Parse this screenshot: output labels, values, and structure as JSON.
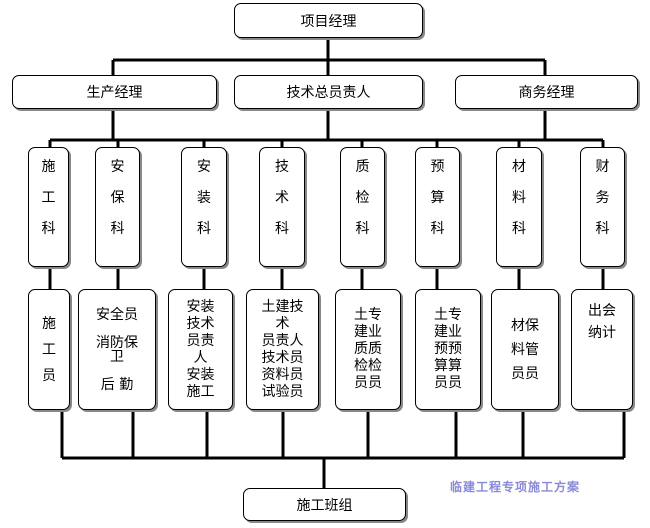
{
  "top": {
    "label": "项目经理"
  },
  "managers": [
    {
      "label": "生产经理"
    },
    {
      "label": "技术总员责人"
    },
    {
      "label": "商务经理"
    }
  ],
  "departments": [
    {
      "label": "施工科",
      "staff": "施\n工\n员"
    },
    {
      "label": "安保科",
      "staff": "安全员\n\n消防保\n卫\n\n后   勤"
    },
    {
      "label": "安装科",
      "staff": "安装\n技术\n员责\n人\n安装\n施工"
    },
    {
      "label": "技术科",
      "staff": "土建技\n术\n员责人\n技术员\n资料员\n试验员"
    },
    {
      "label": "质检科",
      "staff": "土专\n建业\n质质\n检检\n员员"
    },
    {
      "label": "预算科",
      "staff": "土专\n建业\n预预\n算算\n员员"
    },
    {
      "label": "材料科",
      "staff": "材保\n料管\n员员"
    },
    {
      "label": "财务科",
      "staff": "出会\n纳计"
    }
  ],
  "bottom": {
    "label": "施工班组"
  },
  "watermark": "临建工程专项施工方案"
}
